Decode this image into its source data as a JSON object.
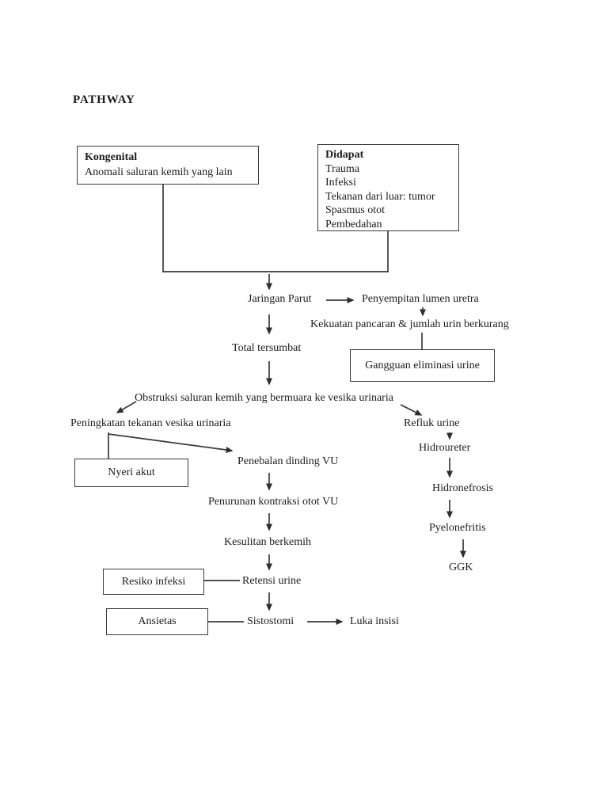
{
  "page": {
    "title": "PATHWAY",
    "background_color": "#ffffff",
    "ink_color": "#1c1c1c",
    "line_color": "#3a3a3a"
  },
  "boxes": {
    "kongenital": {
      "title": "Kongenital",
      "subtitle": "Anomali saluran kemih yang lain"
    },
    "didapat": {
      "title": "Didapat",
      "items": [
        "Trauma",
        "Infeksi",
        "Tekanan dari luar: tumor",
        "Spasmus otot",
        "Pembedahan"
      ]
    },
    "gangguan_eliminasi": {
      "label": "Gangguan eliminasi urine"
    },
    "nyeri_akut": {
      "label": "Nyeri akut"
    },
    "resiko_infeksi": {
      "label": "Resiko infeksi"
    },
    "ansietas": {
      "label": "Ansietas"
    }
  },
  "nodes": {
    "jaringan_parut": "Jaringan Parut",
    "penyempitan_lumen": "Penyempitan lumen uretra",
    "kekuatan_pancaran": "Kekuatan pancaran & jumlah urin berkurang",
    "total_tersumbat": "Total tersumbat",
    "obstruksi": "Obstruksi saluran kemih yang bermuara ke vesika urinaria",
    "peningkatan_tekanan": "Peningkatan tekanan vesika urinaria",
    "refluk_urine": "Refluk urine",
    "hidroureter": "Hidroureter",
    "penebalan_dinding": "Penebalan dinding VU",
    "hidronefrosis": "Hidronefrosis",
    "penurunan_kontraksi": "Penurunan kontraksi otot VU",
    "pyelonefritis": "Pyelonefritis",
    "kesulitan_berkemih": "Kesulitan berkemih",
    "ggk": "GGK",
    "retensi_urine": "Retensi urine",
    "sistostomi": "Sistostomi",
    "luka_insisi": "Luka insisi"
  }
}
